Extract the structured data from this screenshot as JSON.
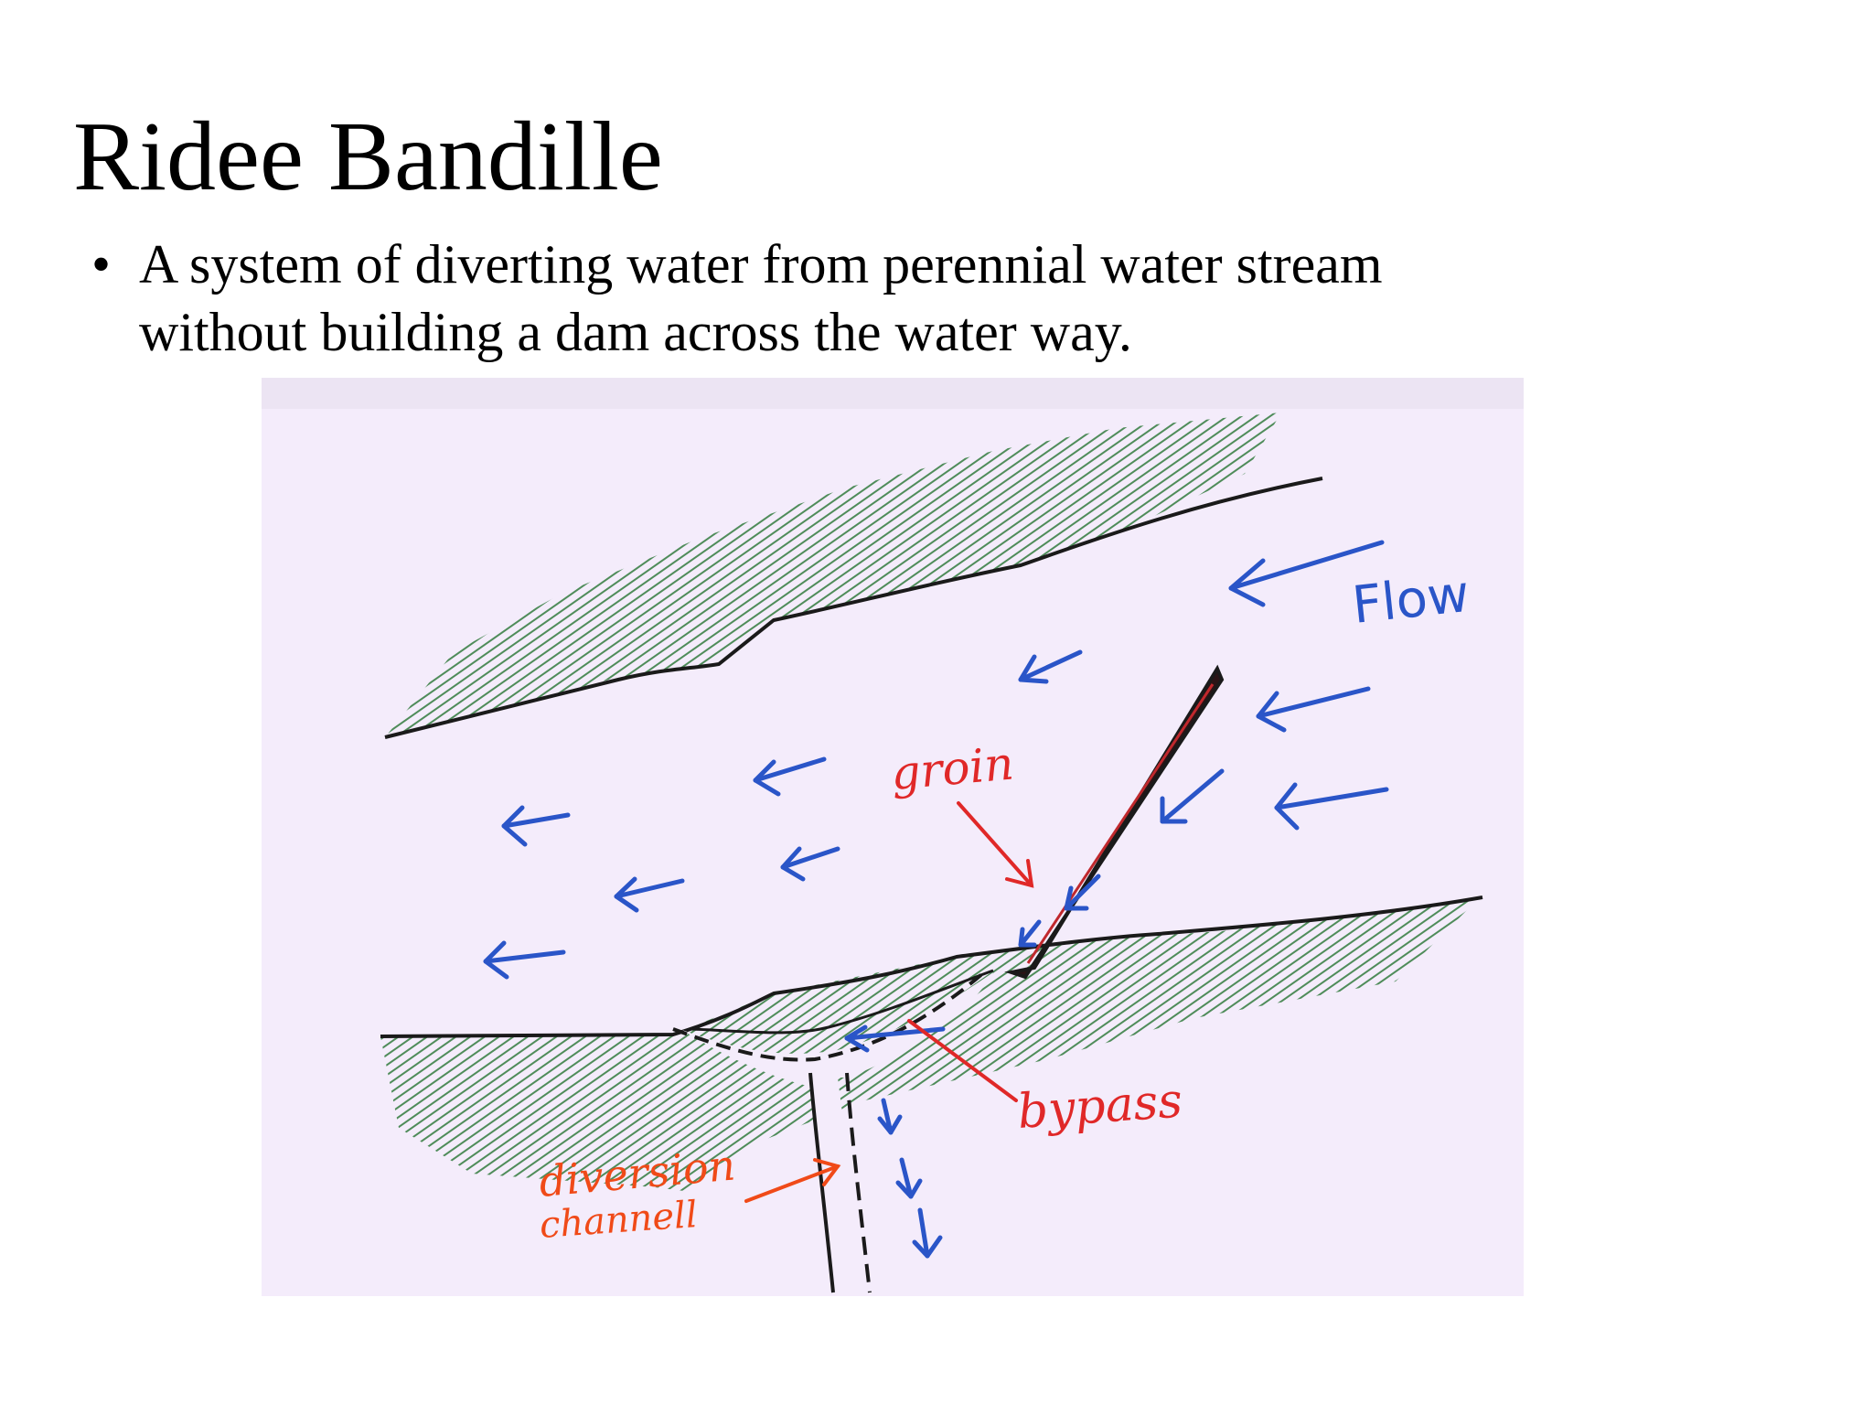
{
  "slide": {
    "title": "Ridee Bandille",
    "bullet_lines": [
      "A system of diverting water from perennial water stream",
      "without building a dam across the water way."
    ]
  },
  "diagram": {
    "labels": {
      "flow": "Flow",
      "groin": "groin",
      "bypass": "bypass",
      "diversion": "diversion",
      "channel": "channell"
    },
    "colors": {
      "paper": "#f4ecfb",
      "bank_hatch": "#4f8c5a",
      "outline": "#1a1a1a",
      "flow_arrow": "#2a55c8",
      "label_red": "#e02828",
      "label_orange": "#f04a18"
    }
  }
}
